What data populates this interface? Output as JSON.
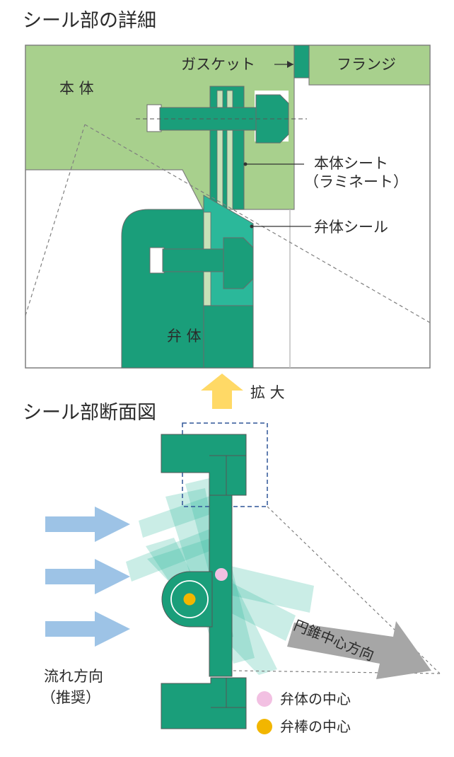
{
  "titles": {
    "detail": "シール部の詳細",
    "section": "シール部断面図"
  },
  "detail_labels": {
    "gasket": "ガスケット",
    "flange": "フランジ",
    "body": "本 体",
    "body_seat_line1": "本体シート",
    "body_seat_line2": "（ラミネート）",
    "disc_seal": "弁体シール",
    "disc": "弁 体"
  },
  "enlarge_label": "拡 大",
  "section_labels": {
    "cone_direction": "円錐中心方向",
    "flow_line1": "流れ方向",
    "flow_line2": "（推奨）"
  },
  "legend": [
    {
      "label": "弁体の中心",
      "color": "#f2c0e2"
    },
    {
      "label": "弁棒の中心",
      "color": "#f2b600"
    }
  ],
  "colors": {
    "light_green": "#a8d08d",
    "teal": "#1a9e7a",
    "light_teal": "#2bb89a",
    "flow_arrow": "#9dc3e6",
    "enlarge_arrow": "#ffd966",
    "cone_arrow": "#a6a6a6"
  },
  "icons": [
    "flow-arrow-icon",
    "enlarge-arrow-icon",
    "cone-direction-arrow-icon"
  ]
}
